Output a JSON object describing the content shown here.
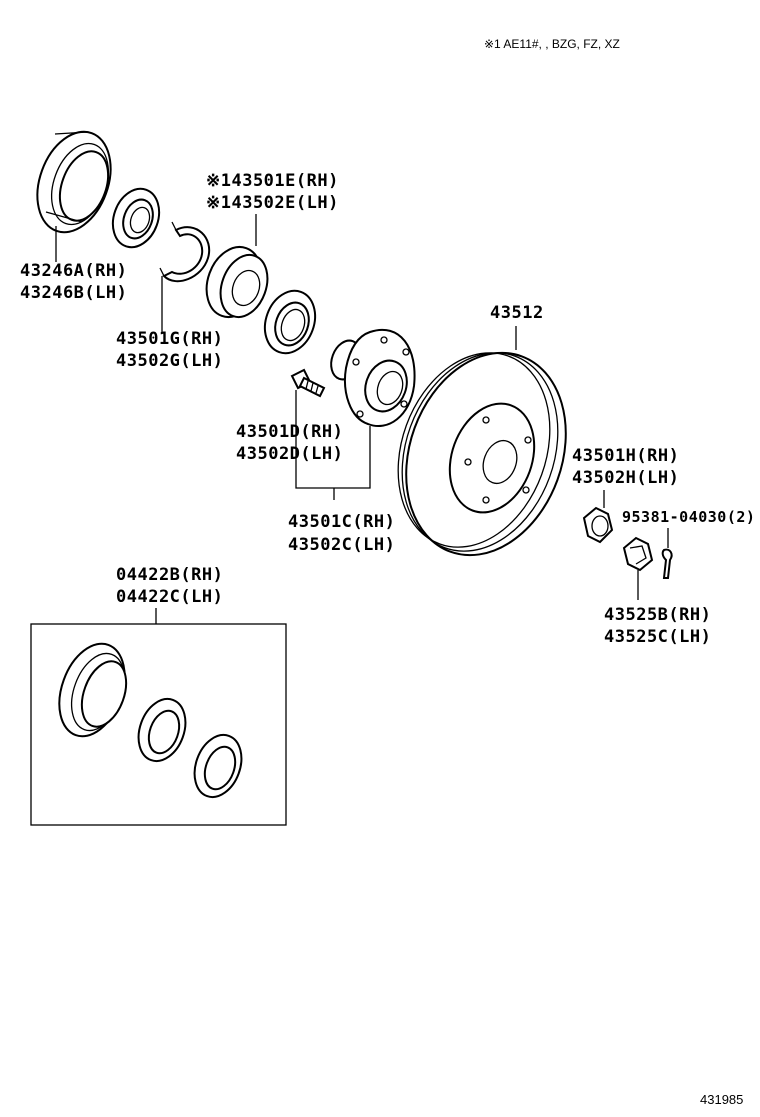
{
  "note": "※1  AE11#, , BZG, FZ, XZ",
  "diagram_id": "431985",
  "labels": {
    "p43246a": "43246A(RH)",
    "p43246b": "43246B(LH)",
    "p43501e": "※143501E(RH)",
    "p43502e": "※143502E(LH)",
    "p43501g": "43501G(RH)",
    "p43502g": "43502G(LH)",
    "p43512": "43512",
    "p43501d": "43501D(RH)",
    "p43502d": "43502D(LH)",
    "p43501c": "43501C(RH)",
    "p43502c": "43502C(LH)",
    "p43501h": "43501H(RH)",
    "p43502h": "43502H(LH)",
    "p95381": "95381-04030(2)",
    "p43525b": "43525B(RH)",
    "p43525c": "43525C(LH)",
    "p04422b": "04422B(RH)",
    "p04422c": "04422C(LH)"
  }
}
